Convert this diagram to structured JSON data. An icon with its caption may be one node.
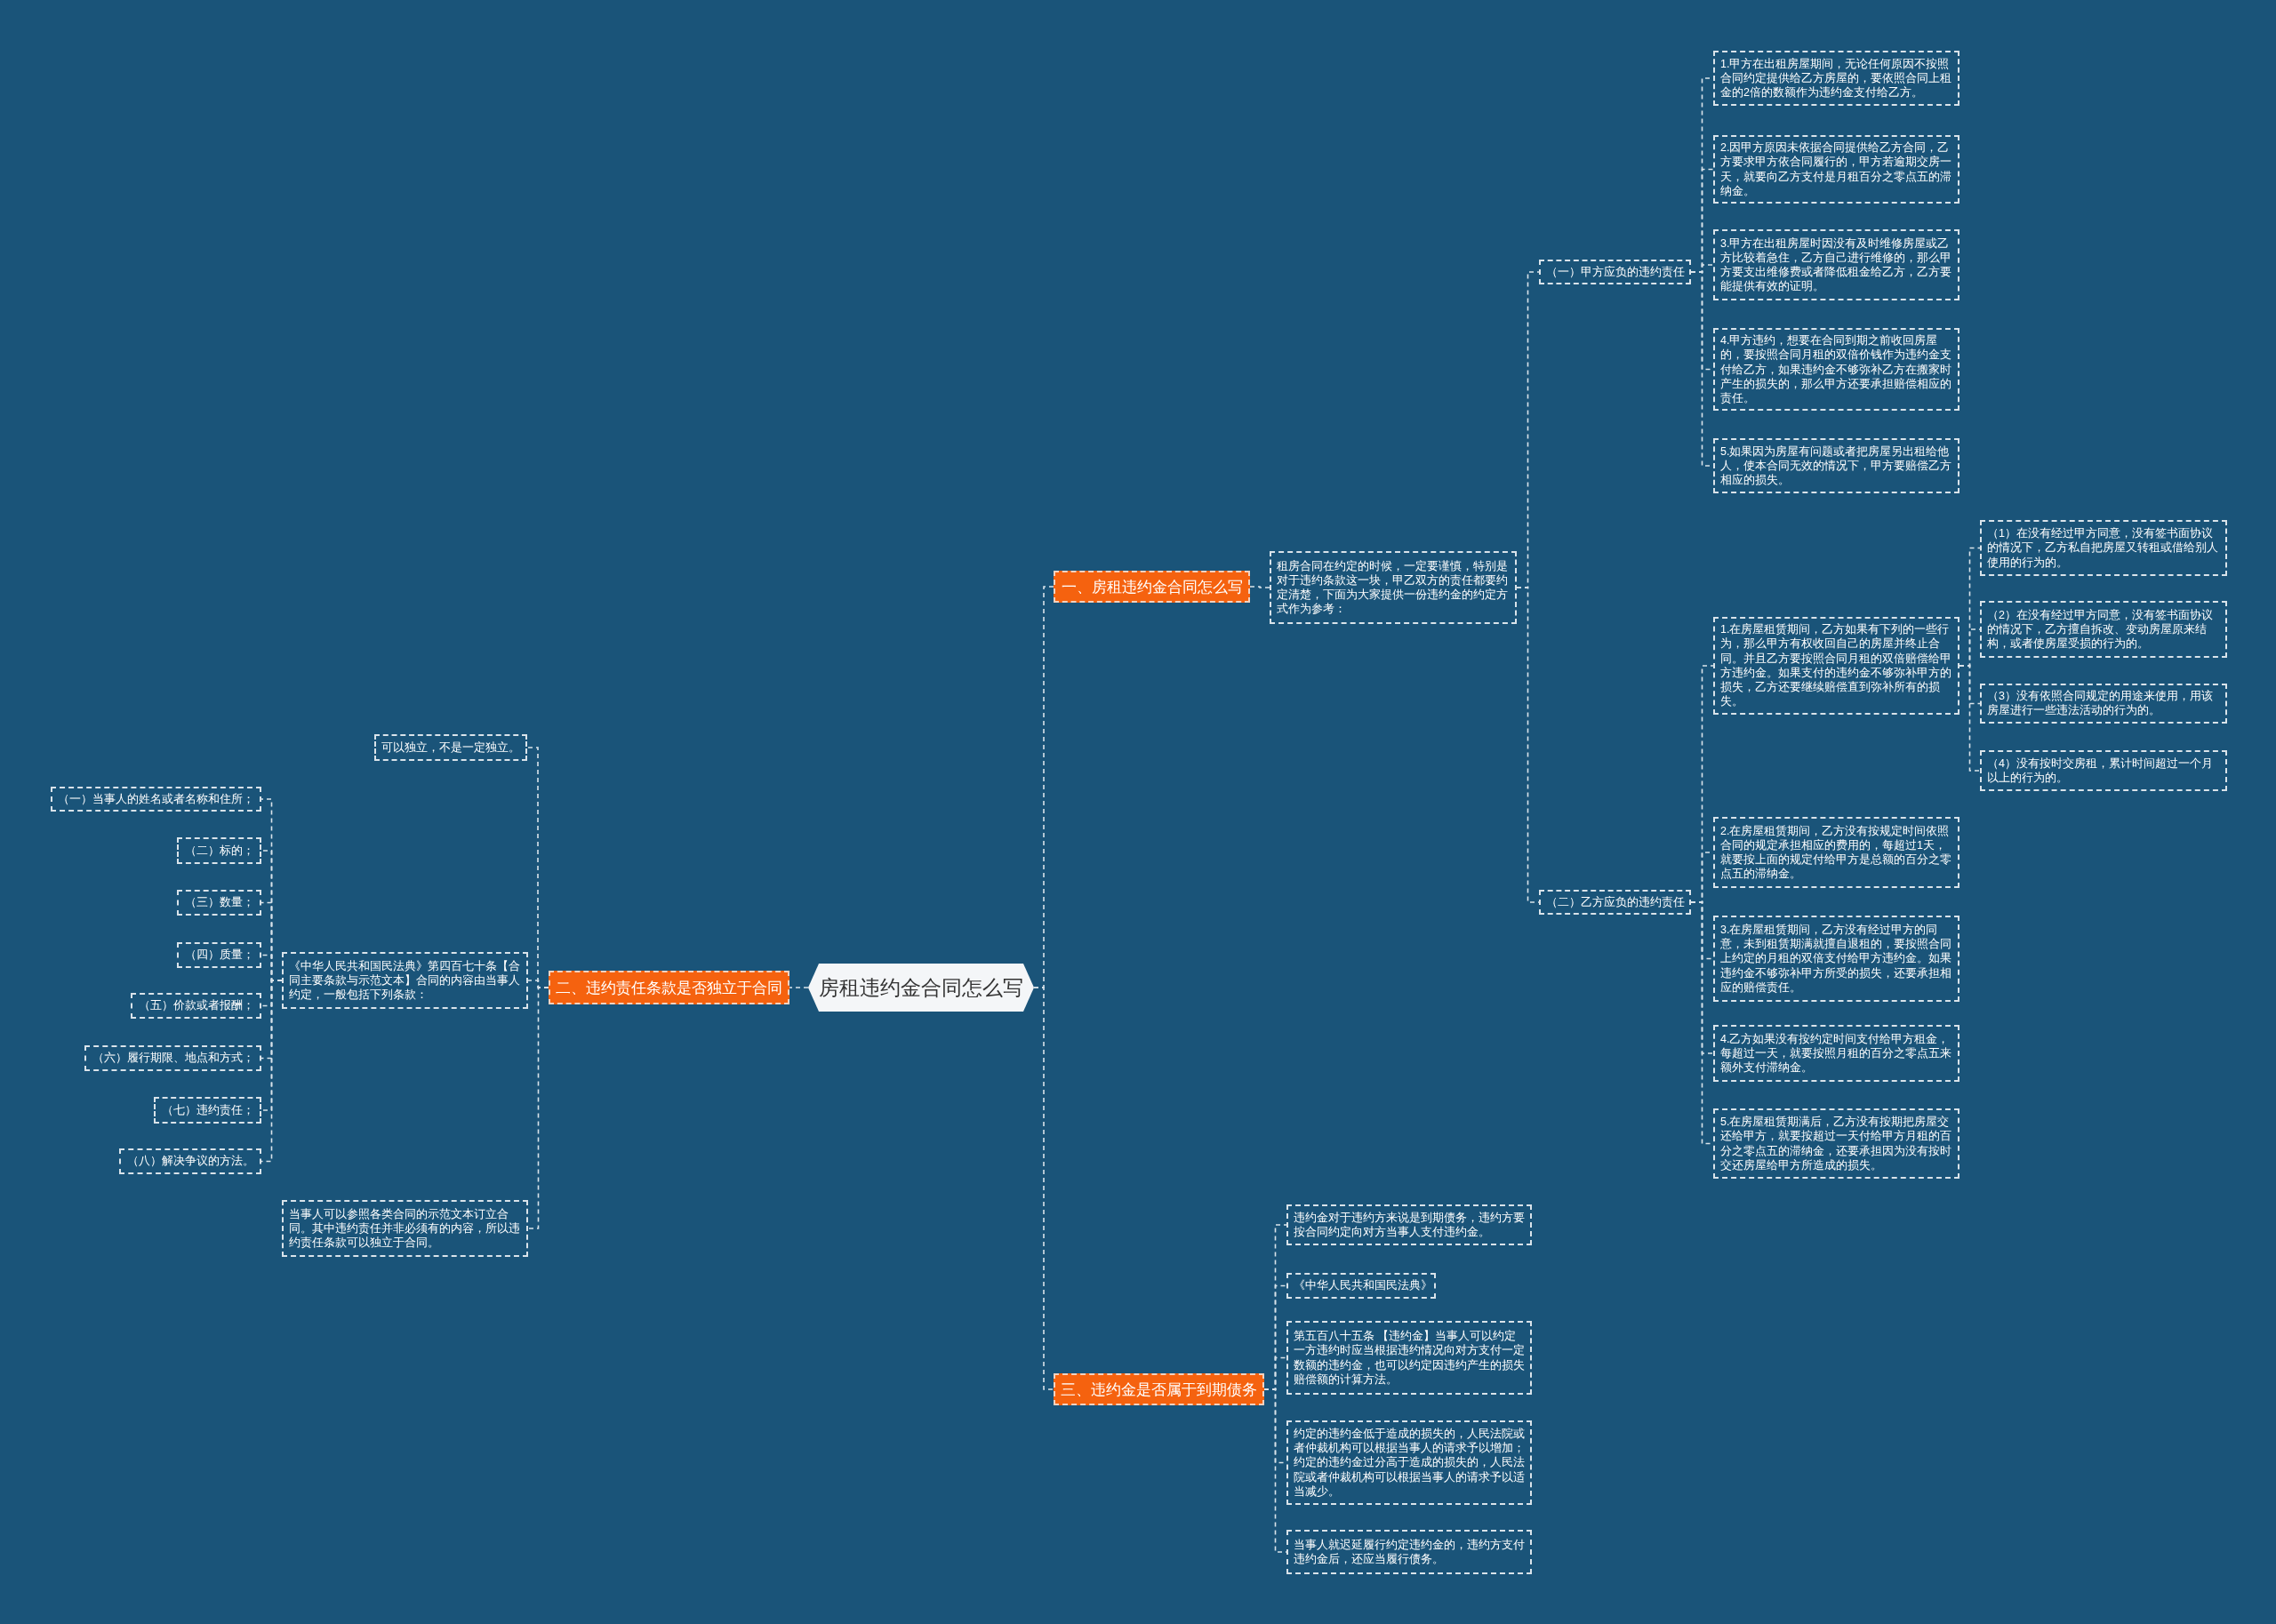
{
  "diagram": {
    "nodes": [
      {
        "text": [
          "房租违约金合同怎么写"
        ]
      },
      {
        "text": [
          "一、房租违约金合同怎么写"
        ]
      },
      {
        "text": [
          "租房合同在约定的时候，一定要谨慎，特别是对于违约条款这一块，甲乙双方的责任都要约定清楚，下面为大家提供一份违约金的约定方式作为参考："
        ]
      },
      {
        "text": [
          "（一）甲方应负的违约责任"
        ]
      },
      {
        "text": [
          "1.甲方在出租房屋期间，无论任何原因不按照合同约定提供给乙方房屋的，要依照合同上租金的2倍的数额作为违约金支付给乙方。"
        ]
      },
      {
        "text": [
          "2.因甲方原因未依据合同提供给乙方合同，乙方要求甲方依合同履行的，甲方若逾期交房一天，就要向乙方支付是月租百分之零点五的滞纳金。"
        ]
      },
      {
        "text": [
          "3.甲方在出租房屋时因没有及时维修房屋或乙方比较着急住，乙方自己进行维修的，那么甲方要支出维修费或者降低租金给乙方，乙方要能提供有效的证明。"
        ]
      },
      {
        "text": [
          "4.甲方违约，想要在合同到期之前收回房屋的，要按照合同月租的双倍价钱作为违约金支付给乙方，如果违约金不够弥补乙方在搬家时产生的损失的，那么甲方还要承担赔偿相应的责任。"
        ]
      },
      {
        "text": [
          "5.如果因为房屋有问题或者把房屋另出租给他人，使本合同无效的情况下，甲方要赔偿乙方相应的损失。"
        ]
      },
      {
        "text": [
          "（二）乙方应负的违约责任"
        ]
      },
      {
        "text": [
          "1.在房屋租赁期间，乙方如果有下列的一些行为，那么甲方有权收回自己的房屋并终止合同。并且乙方要按照合同月租的双倍赔偿给甲方违约金。如果支付的违约金不够弥补甲方的损失，乙方还要继续赔偿直到弥补所有的损失。"
        ]
      },
      {
        "text": [
          "（1）在没有经过甲方同意，没有签书面协议的情况下，乙方私自把房屋又转租或借给别人使用的行为的。"
        ]
      },
      {
        "text": [
          "（2）在没有经过甲方同意，没有签书面协议的情况下，乙方擅自拆改、变动房屋原来结构，或者使房屋受损的行为的。"
        ]
      },
      {
        "text": [
          "（3）没有依照合同规定的用途来使用，用该房屋进行一些违法活动的行为的。"
        ]
      },
      {
        "text": [
          "（4）没有按时交房租，累计时间超过一个月以上的行为的。"
        ]
      },
      {
        "text": [
          "2.在房屋租赁期间，乙方没有按规定时间依照合同的规定承担相应的费用的，每超过1天，就要按上面的规定付给甲方是总额的百分之零点五的滞纳金。"
        ]
      },
      {
        "text": [
          "3.在房屋租赁期间，乙方没有经过甲方的同意，未到租赁期满就擅自退租的，要按照合同上约定的月租的双倍支付给甲方违约金。如果违约金不够弥补甲方所受的损失，还要承担相应的赔偿责任。"
        ]
      },
      {
        "text": [
          "4.乙方如果没有按约定时间支付给甲方租金，每超过一天，就要按照月租的百分之零点五来额外支付滞纳金。"
        ]
      },
      {
        "text": [
          "5.在房屋租赁期满后，乙方没有按期把房屋交还给甲方，就要按超过一天付给甲方月租的百分之零点五的滞纳金，还要承担因为没有按时交还房屋给甲方所造成的损失。"
        ]
      },
      {
        "text": [
          "二、违约责任条款是否独立于合同"
        ]
      },
      {
        "text": [
          "可以独立，不是一定独立。"
        ]
      },
      {
        "text": [
          "《中华人民共和国民法典》第四百七十条【合同主要条款与示范文本】合同的内容由当事人约定，一般包括下列条款："
        ]
      },
      {
        "text": [
          "（一）当事人的姓名或者名称和住所；"
        ]
      },
      {
        "text": [
          "（二）标的；"
        ]
      },
      {
        "text": [
          "（三）数量；"
        ]
      },
      {
        "text": [
          "（四）质量；"
        ]
      },
      {
        "text": [
          "（五）价款或者报酬；"
        ]
      },
      {
        "text": [
          "（六）履行期限、地点和方式；"
        ]
      },
      {
        "text": [
          "（七）违约责任；"
        ]
      },
      {
        "text": [
          "（八）解决争议的方法。"
        ]
      },
      {
        "text": [
          "当事人可以参照各类合同的示范文本订立合同。其中违约责任并非必须有的内容，所以违约责任条款可以独立于合同。"
        ]
      },
      {
        "text": [
          "三、违约金是否属于到期债务"
        ]
      },
      {
        "text": [
          "违约金对于违约方来说是到期债务，违约方要按合同约定向对方当事人支付违约金。"
        ]
      },
      {
        "text": [
          "《中华人民共和国民法典》"
        ]
      },
      {
        "text": [
          "第五百八十五条 【违约金】当事人可以约定一方违约时应当根据违约情况向对方支付一定数额的违约金，也可以约定因违约产生的损失赔偿额的计算方法。"
        ]
      },
      {
        "text": [
          "约定的违约金低于造成的损失的，人民法院或者仲裁机构可以根据当事人的请求予以增加；约定的违约金过分高于造成的损失的，人民法院或者仲裁机构可以根据当事人的请求予以适当减少。"
        ]
      },
      {
        "text": [
          "当事人就迟延履行约定违约金的，违约方支付违约金后，还应当履行债务。"
        ]
      }
    ],
    "edges": [
      {
        "from": 0,
        "to": 1,
        "arrow": "none"
      },
      {
        "from": 0,
        "to": 19,
        "arrow": "none"
      },
      {
        "from": 0,
        "to": 31,
        "arrow": "none"
      },
      {
        "from": 1,
        "to": 2,
        "arrow": "none"
      },
      {
        "from": 2,
        "to": 3,
        "arrow": "none"
      },
      {
        "from": 2,
        "to": 9,
        "arrow": "none"
      },
      {
        "from": 3,
        "to": 4,
        "arrow": "none"
      },
      {
        "from": 3,
        "to": 5,
        "arrow": "none"
      },
      {
        "from": 3,
        "to": 6,
        "arrow": "none"
      },
      {
        "from": 3,
        "to": 7,
        "arrow": "none"
      },
      {
        "from": 3,
        "to": 8,
        "arrow": "none"
      },
      {
        "from": 9,
        "to": 10,
        "arrow": "none"
      },
      {
        "from": 9,
        "to": 15,
        "arrow": "none"
      },
      {
        "from": 9,
        "to": 16,
        "arrow": "none"
      },
      {
        "from": 9,
        "to": 17,
        "arrow": "none"
      },
      {
        "from": 9,
        "to": 18,
        "arrow": "none"
      },
      {
        "from": 10,
        "to": 11,
        "arrow": "none"
      },
      {
        "from": 10,
        "to": 12,
        "arrow": "none"
      },
      {
        "from": 10,
        "to": 13,
        "arrow": "none"
      },
      {
        "from": 10,
        "to": 14,
        "arrow": "none"
      },
      {
        "from": 19,
        "to": 20,
        "arrow": "none"
      },
      {
        "from": 19,
        "to": 21,
        "arrow": "none"
      },
      {
        "from": 19,
        "to": 30,
        "arrow": "none"
      },
      {
        "from": 21,
        "to": 22,
        "arrow": "none"
      },
      {
        "from": 21,
        "to": 23,
        "arrow": "none"
      },
      {
        "from": 21,
        "to": 24,
        "arrow": "none"
      },
      {
        "from": 21,
        "to": 25,
        "arrow": "none"
      },
      {
        "from": 21,
        "to": 26,
        "arrow": "none"
      },
      {
        "from": 21,
        "to": 27,
        "arrow": "none"
      },
      {
        "from": 21,
        "to": 28,
        "arrow": "none"
      },
      {
        "from": 21,
        "to": 29,
        "arrow": "none"
      },
      {
        "from": 31,
        "to": 32,
        "arrow": "none"
      },
      {
        "from": 31,
        "to": 33,
        "arrow": "none"
      },
      {
        "from": 31,
        "to": 34,
        "arrow": "none"
      },
      {
        "from": 31,
        "to": 35,
        "arrow": "none"
      },
      {
        "from": 31,
        "to": 36,
        "arrow": "none"
      }
    ]
  }
}
